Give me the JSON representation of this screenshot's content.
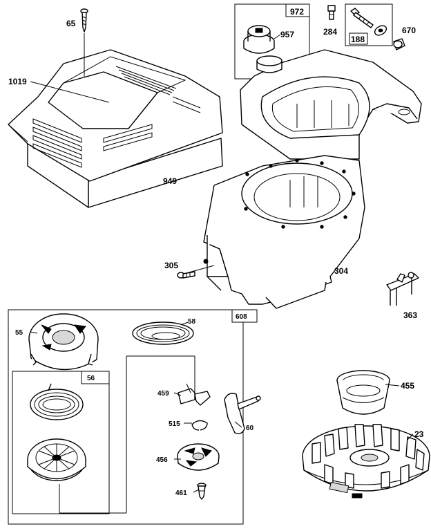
{
  "labels": {
    "p65": "65",
    "p1019": "1019",
    "p949": "949",
    "p972": "972",
    "p957": "957",
    "p284": "284",
    "p188": "188",
    "p670": "670",
    "p305": "305",
    "p304": "304",
    "p363": "363",
    "p608": "608",
    "p55": "55",
    "p58": "58",
    "p56": "56",
    "p459": "459",
    "p515": "515",
    "p60": "60",
    "p456": "456",
    "p461": "461",
    "p455": "455",
    "p23": "23"
  }
}
